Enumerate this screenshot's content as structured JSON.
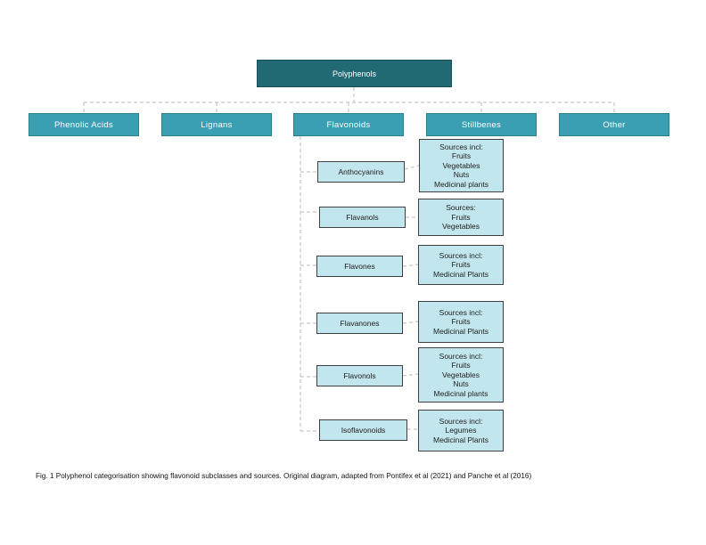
{
  "root": {
    "label": "Polyphenols"
  },
  "categories": [
    {
      "label": "Phenolic Acids"
    },
    {
      "label": "Lignans"
    },
    {
      "label": "Flavonoids"
    },
    {
      "label": "Stillbenes"
    },
    {
      "label": "Other"
    }
  ],
  "flavonoid_subclasses": [
    {
      "name": "Anthocyanins",
      "sources": [
        "Sources incl:",
        "Fruits",
        "Vegetables",
        "Nuts",
        "Medicinal plants"
      ]
    },
    {
      "name": "Flavanols",
      "sources": [
        "Sources:",
        "Fruits",
        "Vegetables"
      ]
    },
    {
      "name": "Flavones",
      "sources": [
        "Sources incl:",
        "Fruits",
        "Medicinal Plants"
      ]
    },
    {
      "name": "Flavanones",
      "sources": [
        "Sources incl:",
        "Fruits",
        "Medicinal Plants"
      ]
    },
    {
      "name": "Flavonols",
      "sources": [
        "Sources incl:",
        "Fruits",
        "Vegetables",
        "Nuts",
        "Medicinal plants"
      ]
    },
    {
      "name": "Isoflavonoids",
      "sources": [
        "Sources incl:",
        "Legumes",
        "Medicinal Plants"
      ]
    }
  ],
  "caption": "Fig. 1 Polyphenol categorisation showing flavonoid subclasses and sources. Original diagram, adapted from Pontifex et al (2021) and Panche et al (2016)",
  "colors": {
    "root_fill": "#226a73",
    "category_fill": "#3a9fb2",
    "subclass_fill": "#c2e6ed",
    "connector": "#c8c8c8"
  }
}
